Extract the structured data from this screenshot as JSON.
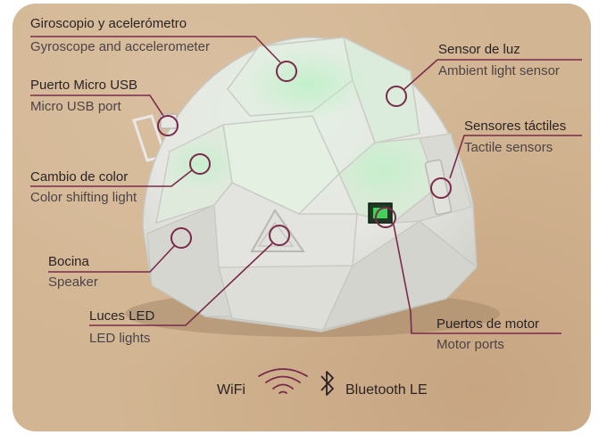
{
  "colors": {
    "accent": "#7a2a4a",
    "background": "#d2b592",
    "text_primary": "#2a2326",
    "text_secondary": "#4d4347"
  },
  "labels": [
    {
      "id": "gyro",
      "es": "Giroscopio y acelerómetro",
      "en": "Gyroscope and accelerometer"
    },
    {
      "id": "usb",
      "es": "Puerto Micro USB",
      "en": "Micro USB port"
    },
    {
      "id": "color",
      "es": "Cambio de color",
      "en": "Color shifting light"
    },
    {
      "id": "speaker",
      "es": "Bocina",
      "en": "Speaker"
    },
    {
      "id": "led",
      "es": "Luces LED",
      "en": "LED lights"
    },
    {
      "id": "light",
      "es": "Sensor de luz",
      "en": "Ambient light sensor"
    },
    {
      "id": "tactile",
      "es": "Sensores táctiles",
      "en": "Tactile sensors"
    },
    {
      "id": "motor",
      "es": "Puertos de motor",
      "en": "Motor ports"
    }
  ],
  "footer": {
    "wifi_label": "WiFi",
    "wifi_icon": "wifi-icon",
    "bluetooth_icon": "bluetooth-icon",
    "bluetooth_label": "Bluetooth LE"
  }
}
